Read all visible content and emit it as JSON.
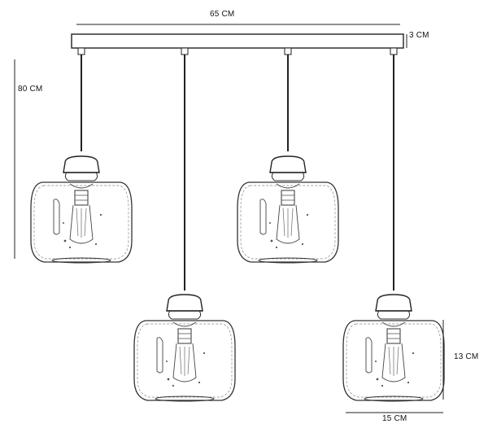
{
  "dimensions": {
    "overall_width": "65 CM",
    "overall_height": "80 CM",
    "canopy_height": "3 CM",
    "shade_height": "13 CM",
    "shade_width": "15 CM"
  },
  "colors": {
    "line": "#222222",
    "glass": "#555555"
  }
}
